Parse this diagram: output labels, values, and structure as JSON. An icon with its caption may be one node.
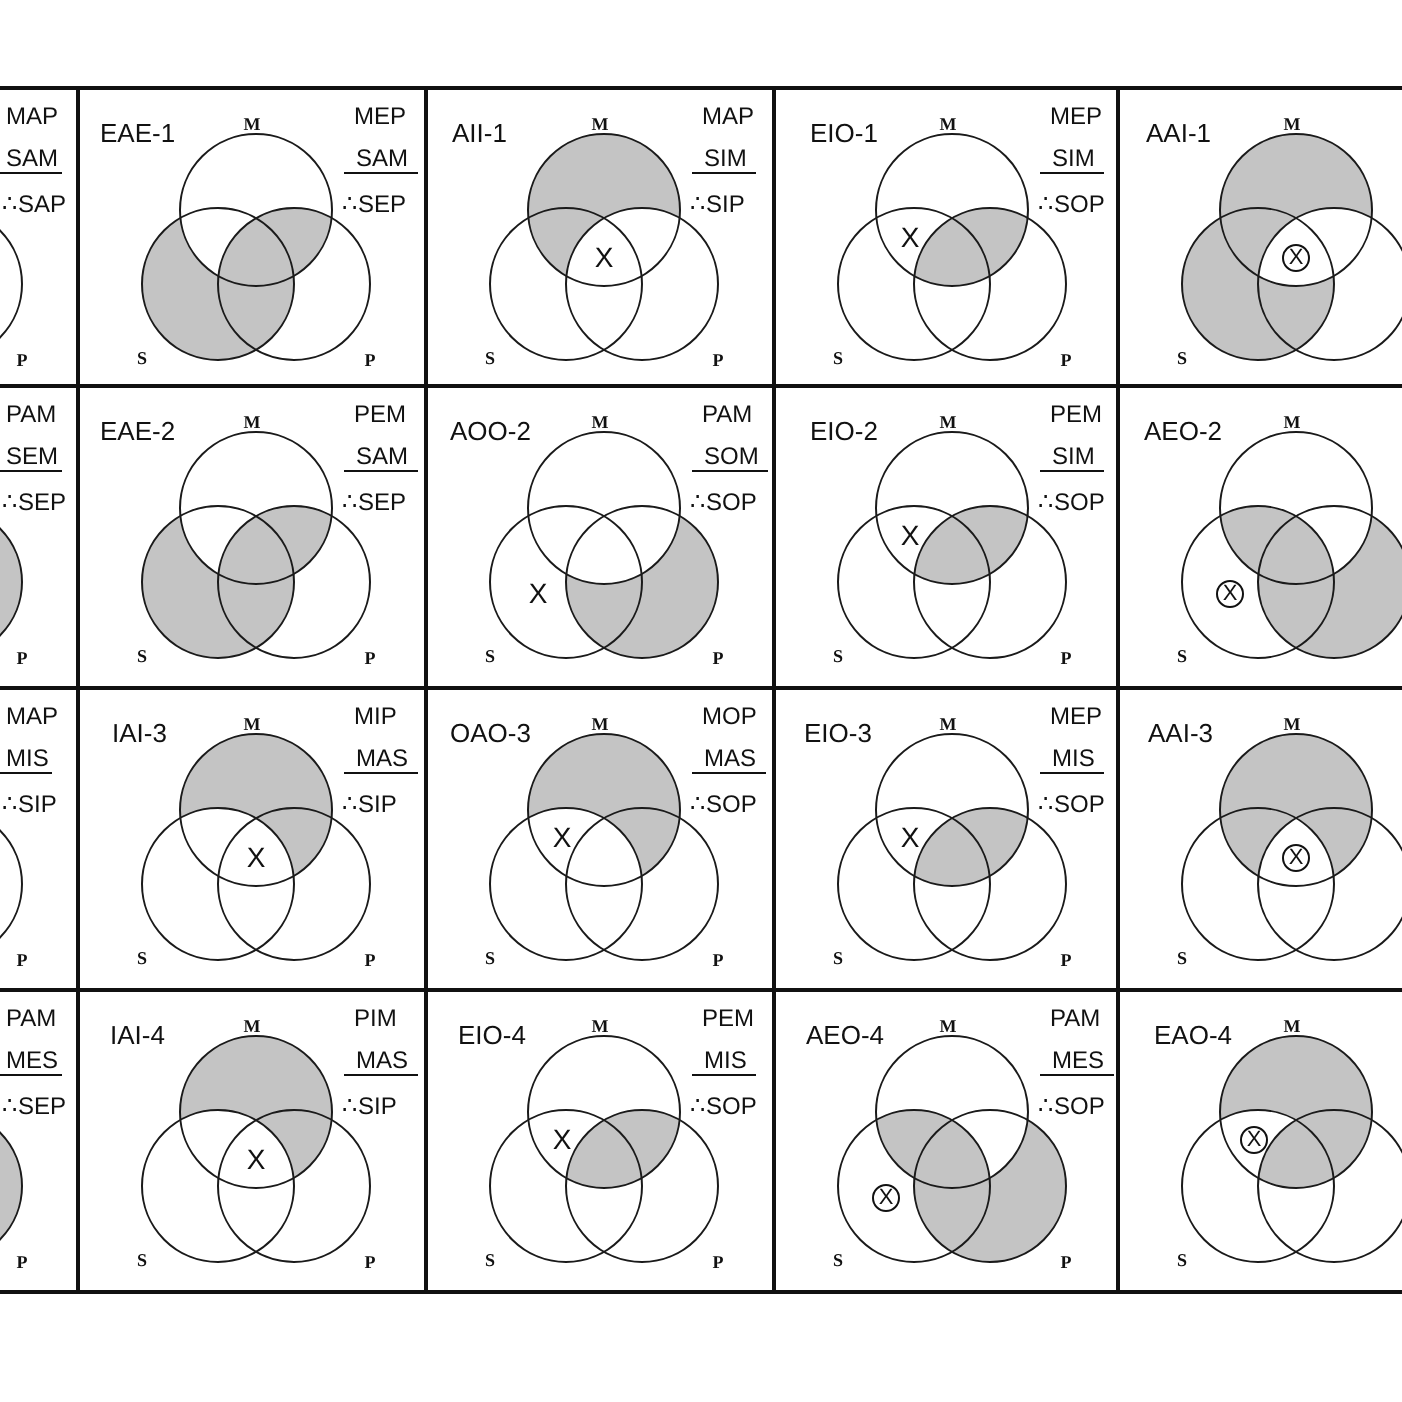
{
  "diagram": {
    "nodes": [
      {
        "text": [
          "MAP",
          "SAM",
          "∴SAP",
          "P"
        ]
      },
      {
        "text": [
          "EAE-1",
          "M",
          "MEP",
          "SAM",
          "∴SEP",
          "S",
          "P"
        ]
      },
      {
        "text": [
          "AII-1",
          "M",
          "MAP",
          "SIM",
          "∴SIP",
          "X",
          "S",
          "P"
        ]
      },
      {
        "text": [
          "EIO-1",
          "M",
          "MEP",
          "SIM",
          "∴SOP",
          "X",
          "S",
          "P"
        ]
      },
      {
        "text": [
          "AAI-1",
          "M",
          "X",
          "S"
        ]
      },
      {
        "text": [
          "PAM",
          "SEM",
          "∴SEP",
          "P"
        ]
      },
      {
        "text": [
          "EAE-2",
          "M",
          "PEM",
          "SAM",
          "∴SEP",
          "S",
          "P"
        ]
      },
      {
        "text": [
          "AOO-2",
          "M",
          "PAM",
          "SOM",
          "∴SOP",
          "X",
          "S",
          "P"
        ]
      },
      {
        "text": [
          "EIO-2",
          "M",
          "PEM",
          "SIM",
          "∴SOP",
          "X",
          "S",
          "P"
        ]
      },
      {
        "text": [
          "AEO-2",
          "M",
          "X",
          "S"
        ]
      },
      {
        "text": [
          "MAP",
          "MIS",
          "∴SIP",
          "P"
        ]
      },
      {
        "text": [
          "IAI-3",
          "M",
          "MIP",
          "MAS",
          "∴SIP",
          "X",
          "S",
          "P"
        ]
      },
      {
        "text": [
          "OAO-3",
          "M",
          "MOP",
          "MAS",
          "∴SOP",
          "X",
          "S",
          "P"
        ]
      },
      {
        "text": [
          "EIO-3",
          "M",
          "MEP",
          "MIS",
          "∴SOP",
          "X",
          "S",
          "P"
        ]
      },
      {
        "text": [
          "AAI-3",
          "M",
          "X",
          "S"
        ]
      },
      {
        "text": [
          "PAM",
          "MES",
          "∴SEP",
          "P"
        ]
      },
      {
        "text": [
          "IAI-4",
          "M",
          "PIM",
          "MAS",
          "∴SIP",
          "X",
          "S",
          "P"
        ]
      },
      {
        "text": [
          "EIO-4",
          "M",
          "PEM",
          "MIS",
          "∴SOP",
          "X",
          "S",
          "P"
        ]
      },
      {
        "text": [
          "AEO-4",
          "M",
          "PAM",
          "MES",
          "∴SOP",
          "X",
          "S",
          "P"
        ]
      },
      {
        "text": [
          "EAO-4",
          "M",
          "X",
          "S"
        ]
      }
    ]
  }
}
